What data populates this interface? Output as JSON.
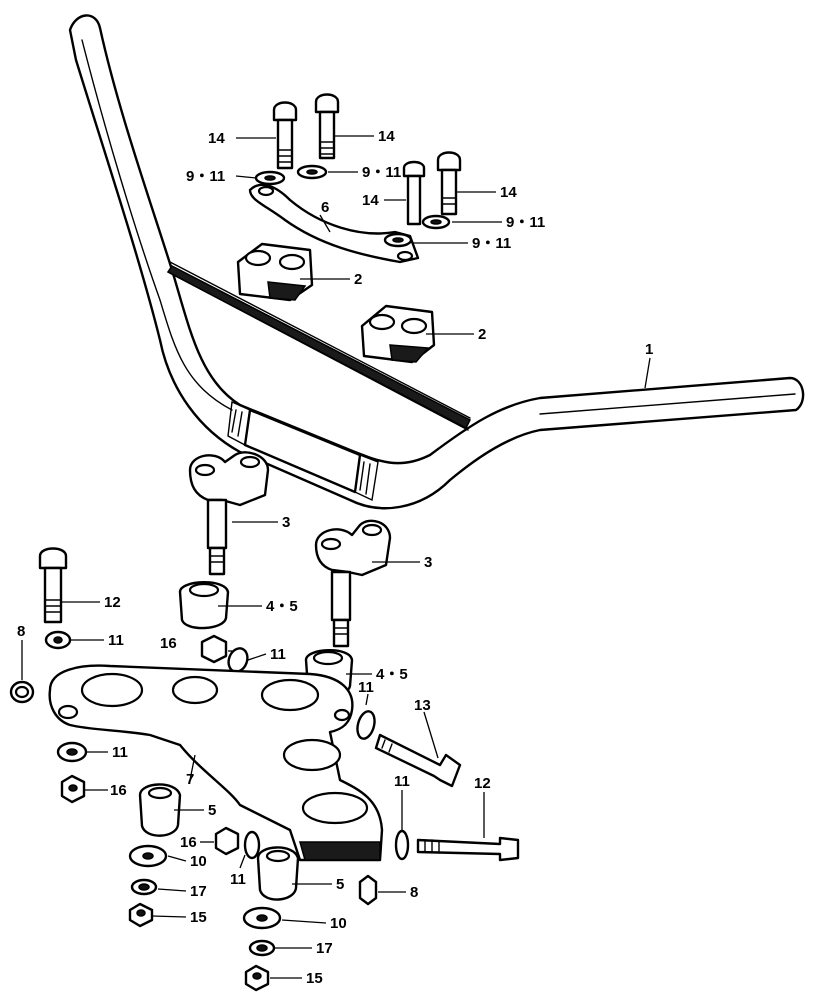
{
  "callouts": [
    {
      "id": "c1",
      "text": "1"
    },
    {
      "id": "c2a",
      "text": "2"
    },
    {
      "id": "c2b",
      "text": "2"
    },
    {
      "id": "c3a",
      "text": "3"
    },
    {
      "id": "c3b",
      "text": "3"
    },
    {
      "id": "c45a",
      "text": "4・5"
    },
    {
      "id": "c45b",
      "text": "4・5"
    },
    {
      "id": "c5a",
      "text": "5"
    },
    {
      "id": "c5b",
      "text": "5"
    },
    {
      "id": "c6",
      "text": "6"
    },
    {
      "id": "c7",
      "text": "7"
    },
    {
      "id": "c8a",
      "text": "8"
    },
    {
      "id": "c8b",
      "text": "8"
    },
    {
      "id": "c911a",
      "text": "9・11"
    },
    {
      "id": "c911b",
      "text": "9・11"
    },
    {
      "id": "c911c",
      "text": "9・11"
    },
    {
      "id": "c911d",
      "text": "9・11"
    },
    {
      "id": "c10a",
      "text": "10"
    },
    {
      "id": "c10b",
      "text": "10"
    },
    {
      "id": "c11a",
      "text": "11"
    },
    {
      "id": "c11b",
      "text": "11"
    },
    {
      "id": "c11c",
      "text": "11"
    },
    {
      "id": "c11d",
      "text": "11"
    },
    {
      "id": "c11e",
      "text": "11"
    },
    {
      "id": "c11f",
      "text": "11"
    },
    {
      "id": "c12a",
      "text": "12"
    },
    {
      "id": "c12b",
      "text": "12"
    },
    {
      "id": "c13",
      "text": "13"
    },
    {
      "id": "c14a",
      "text": "14"
    },
    {
      "id": "c14b",
      "text": "14"
    },
    {
      "id": "c14c",
      "text": "14"
    },
    {
      "id": "c14d",
      "text": "14"
    },
    {
      "id": "c15a",
      "text": "15"
    },
    {
      "id": "c15b",
      "text": "15"
    },
    {
      "id": "c16a",
      "text": "16"
    },
    {
      "id": "c16b",
      "text": "16"
    },
    {
      "id": "c16c",
      "text": "16"
    },
    {
      "id": "c17a",
      "text": "17"
    },
    {
      "id": "c17b",
      "text": "17"
    }
  ]
}
